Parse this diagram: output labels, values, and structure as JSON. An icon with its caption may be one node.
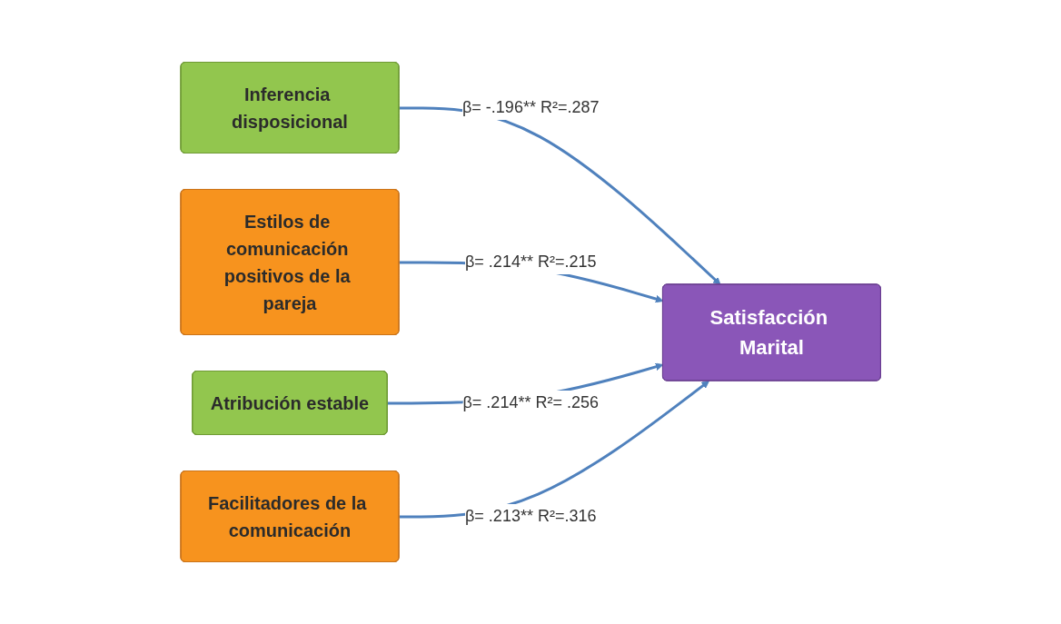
{
  "diagram": {
    "nodes": [
      {
        "text": [
          "Inferencia disposicional"
        ]
      },
      {
        "text": [
          "Satisfacción Marital"
        ]
      },
      {
        "text": [
          "Estilos de comunicación positivos de la pareja"
        ]
      },
      {
        "text": [
          "Atribución estable"
        ]
      },
      {
        "text": [
          "Facilitadores de la comunicación"
        ]
      }
    ],
    "edges": [
      {
        "from": 0,
        "to": 1,
        "arrow": "to",
        "label": "β= -.196** R²=.287"
      },
      {
        "from": 2,
        "to": 1,
        "arrow": "to",
        "label": "β= .214** R²=.215"
      },
      {
        "from": 3,
        "to": 1,
        "arrow": "to",
        "label": "β= .214** R²= .256"
      },
      {
        "from": 4,
        "to": 1,
        "arrow": "to",
        "label": "β= .213** R²=.316"
      }
    ]
  }
}
